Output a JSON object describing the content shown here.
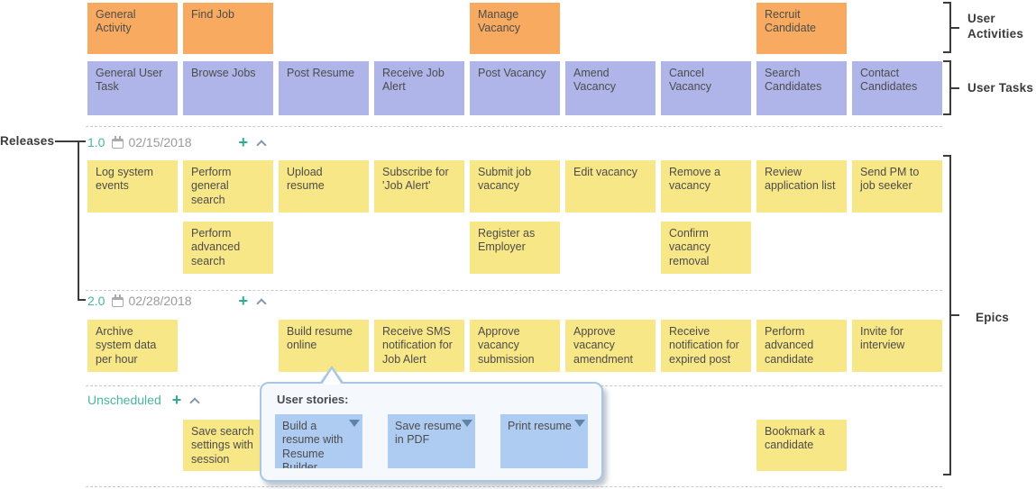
{
  "labels": {
    "releases": "Releases",
    "user_activities": "User Activities",
    "user_tasks": "User Tasks",
    "epics": "Epics"
  },
  "colors": {
    "activity": "#F8AB60",
    "task": "#AFB5E9",
    "epic": "#F8E786",
    "story": "#AECBF1",
    "accent_teal": "#2BAE93",
    "tooltip_border": "#A9C6E6",
    "bracket": "#3C3C3C"
  },
  "icons": {
    "add": "+",
    "calendar": "css-calendar-shape",
    "collapse_chevron": "css-chevron-up",
    "dropdown": "css-triangle-down"
  },
  "activities": [
    {
      "label": "General Activity",
      "col": 1
    },
    {
      "label": "Find Job",
      "col": 2
    },
    {
      "label": "Manage Vacancy",
      "col": 5
    },
    {
      "label": "Recruit Candidate",
      "col": 8
    }
  ],
  "tasks": [
    {
      "label": "General User Task",
      "col": 1
    },
    {
      "label": "Browse Jobs",
      "col": 2
    },
    {
      "label": "Post Resume",
      "col": 3
    },
    {
      "label": "Receive Job Alert",
      "col": 4
    },
    {
      "label": "Post Vacancy",
      "col": 5
    },
    {
      "label": "Amend Vacancy",
      "col": 6
    },
    {
      "label": "Cancel Vacancy",
      "col": 7
    },
    {
      "label": "Search Candidates",
      "col": 8
    },
    {
      "label": "Contact Candidates",
      "col": 9
    }
  ],
  "releases": [
    {
      "version": "1.0",
      "date": "02/15/2018",
      "rows": [
        [
          {
            "label": "Log system events",
            "col": 1
          },
          {
            "label": "Perform general search",
            "col": 2
          },
          {
            "label": "Upload resume",
            "col": 3
          },
          {
            "label": "Subscribe for 'Job Alert'",
            "col": 4
          },
          {
            "label": "Submit job vacancy",
            "col": 5
          },
          {
            "label": "Edit vacancy",
            "col": 6
          },
          {
            "label": "Remove a vacancy",
            "col": 7
          },
          {
            "label": "Review application list",
            "col": 8
          },
          {
            "label": "Send PM to job seeker",
            "col": 9
          }
        ],
        [
          {
            "label": "Perform advanced search",
            "col": 2
          },
          {
            "label": "Register as Employer",
            "col": 5
          },
          {
            "label": "Confirm vacancy removal",
            "col": 7
          }
        ]
      ]
    },
    {
      "version": "2.0",
      "date": "02/28/2018",
      "rows": [
        [
          {
            "label": "Archive system data per hour",
            "col": 1
          },
          {
            "label": "Build resume online",
            "col": 3
          },
          {
            "label": "Receive SMS notification for Job Alert",
            "col": 4
          },
          {
            "label": "Approve vacancy submission",
            "col": 5
          },
          {
            "label": "Approve vacancy amendment",
            "col": 6
          },
          {
            "label": "Receive notification for expired post",
            "col": 7
          },
          {
            "label": "Perform advanced candidate",
            "col": 8
          },
          {
            "label": "Invite for interview",
            "col": 9
          }
        ]
      ]
    },
    {
      "version": "Unscheduled",
      "date": "",
      "rows": [
        [
          {
            "label": "Save search settings with session",
            "col": 2
          },
          {
            "label": "Bookmark a candidate",
            "col": 8
          }
        ]
      ]
    }
  ],
  "tooltip": {
    "title": "User stories:",
    "stories": [
      {
        "label": "Build a resume with Resume Builder"
      },
      {
        "label": "Save resume in PDF"
      },
      {
        "label": "Print resume"
      }
    ]
  }
}
